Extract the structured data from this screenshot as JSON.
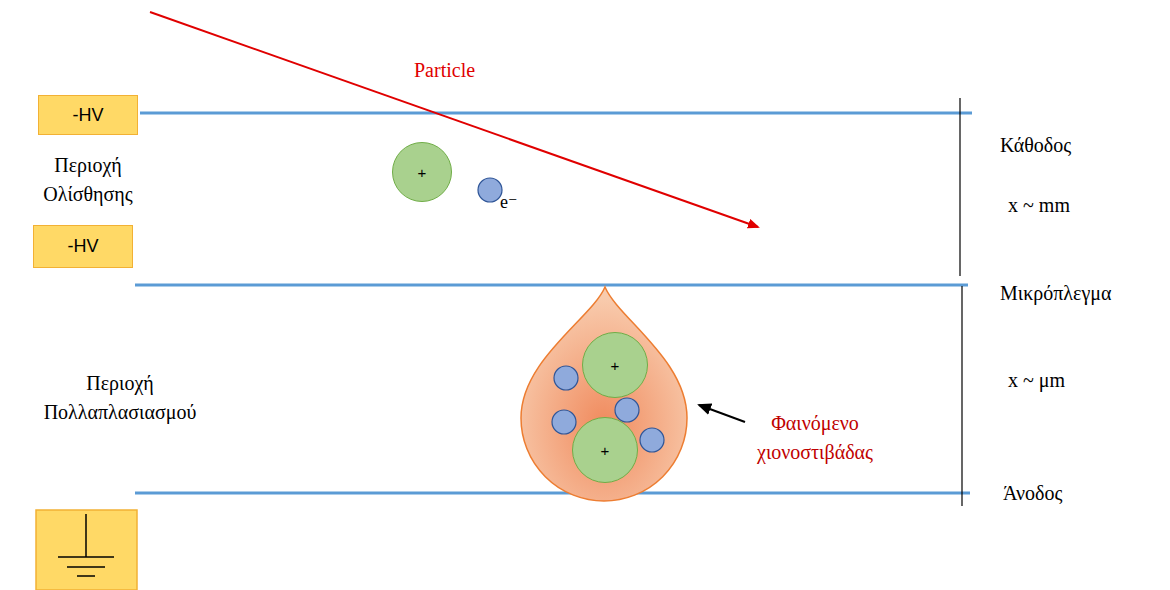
{
  "diagram": {
    "nodes": [
      {
        "text": [
          "-HV"
        ]
      },
      {
        "text": [
          "+"
        ]
      },
      {
        "text": [
          "-HV"
        ]
      },
      {
        "text": [
          "+"
        ]
      },
      {
        "text": [
          "+"
        ]
      }
    ],
    "labels": [
      "Particle",
      "Κάθοδος",
      "Περιοχή Ολίσθησης",
      "e⁻",
      "x ~ mm",
      "Μικρόπλεγμα",
      "Περιοχή Πολλαπλασιασμού",
      "x ~ μm",
      "Φαινόμενο χιονοστιβάδας",
      "Άνοδος"
    ]
  }
}
